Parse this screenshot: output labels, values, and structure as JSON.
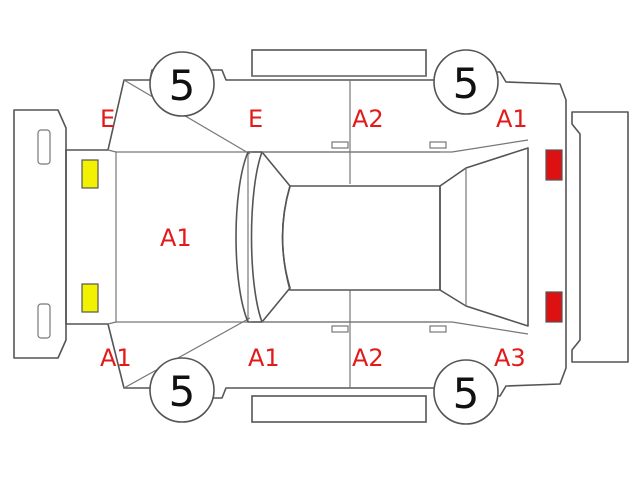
{
  "legend_colors": {
    "line": "#555555",
    "damage_code_text": "#e21a1a",
    "front_lamp": "#f2f200",
    "rear_lamp": "#dd1111"
  },
  "wheels": [
    {
      "id": "front-left",
      "tread": "5"
    },
    {
      "id": "rear-left",
      "tread": "5"
    },
    {
      "id": "front-right",
      "tread": "5"
    },
    {
      "id": "rear-right",
      "tread": "5"
    }
  ],
  "codes": {
    "front_fender_left": "E",
    "front_door_left": "E",
    "rear_door_left": "A2",
    "rear_quarter_left": "A1",
    "hood": "A1",
    "front_fender_right": "A1",
    "front_door_right": "A1",
    "rear_door_right": "A2",
    "rear_quarter_right": "A3"
  }
}
